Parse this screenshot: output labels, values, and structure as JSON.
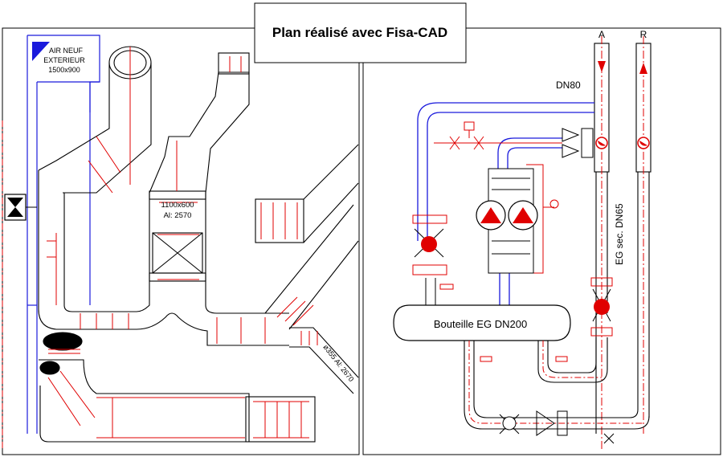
{
  "title": "Plan réalisé avec Fisa-CAD",
  "colors": {
    "line": "#000000",
    "duct_blue": "#1a1adc",
    "axis_red": "#e00000",
    "pump_red": "#e00000",
    "background": "#ffffff"
  },
  "left_panel": {
    "air_label_line1": "AIR NEUF",
    "air_label_line2": "EXTERIEUR",
    "air_label_line3": "1500x900",
    "unit_label_line1": "1100x600",
    "unit_label_line2": "Al: 2570",
    "diag_label": "ø355 Al: 2670"
  },
  "right_panel": {
    "label_a": "A",
    "label_r": "R",
    "dn80": "DN80",
    "dn65": "EG sec. DN65",
    "bouteille": "Bouteille EG DN200"
  }
}
